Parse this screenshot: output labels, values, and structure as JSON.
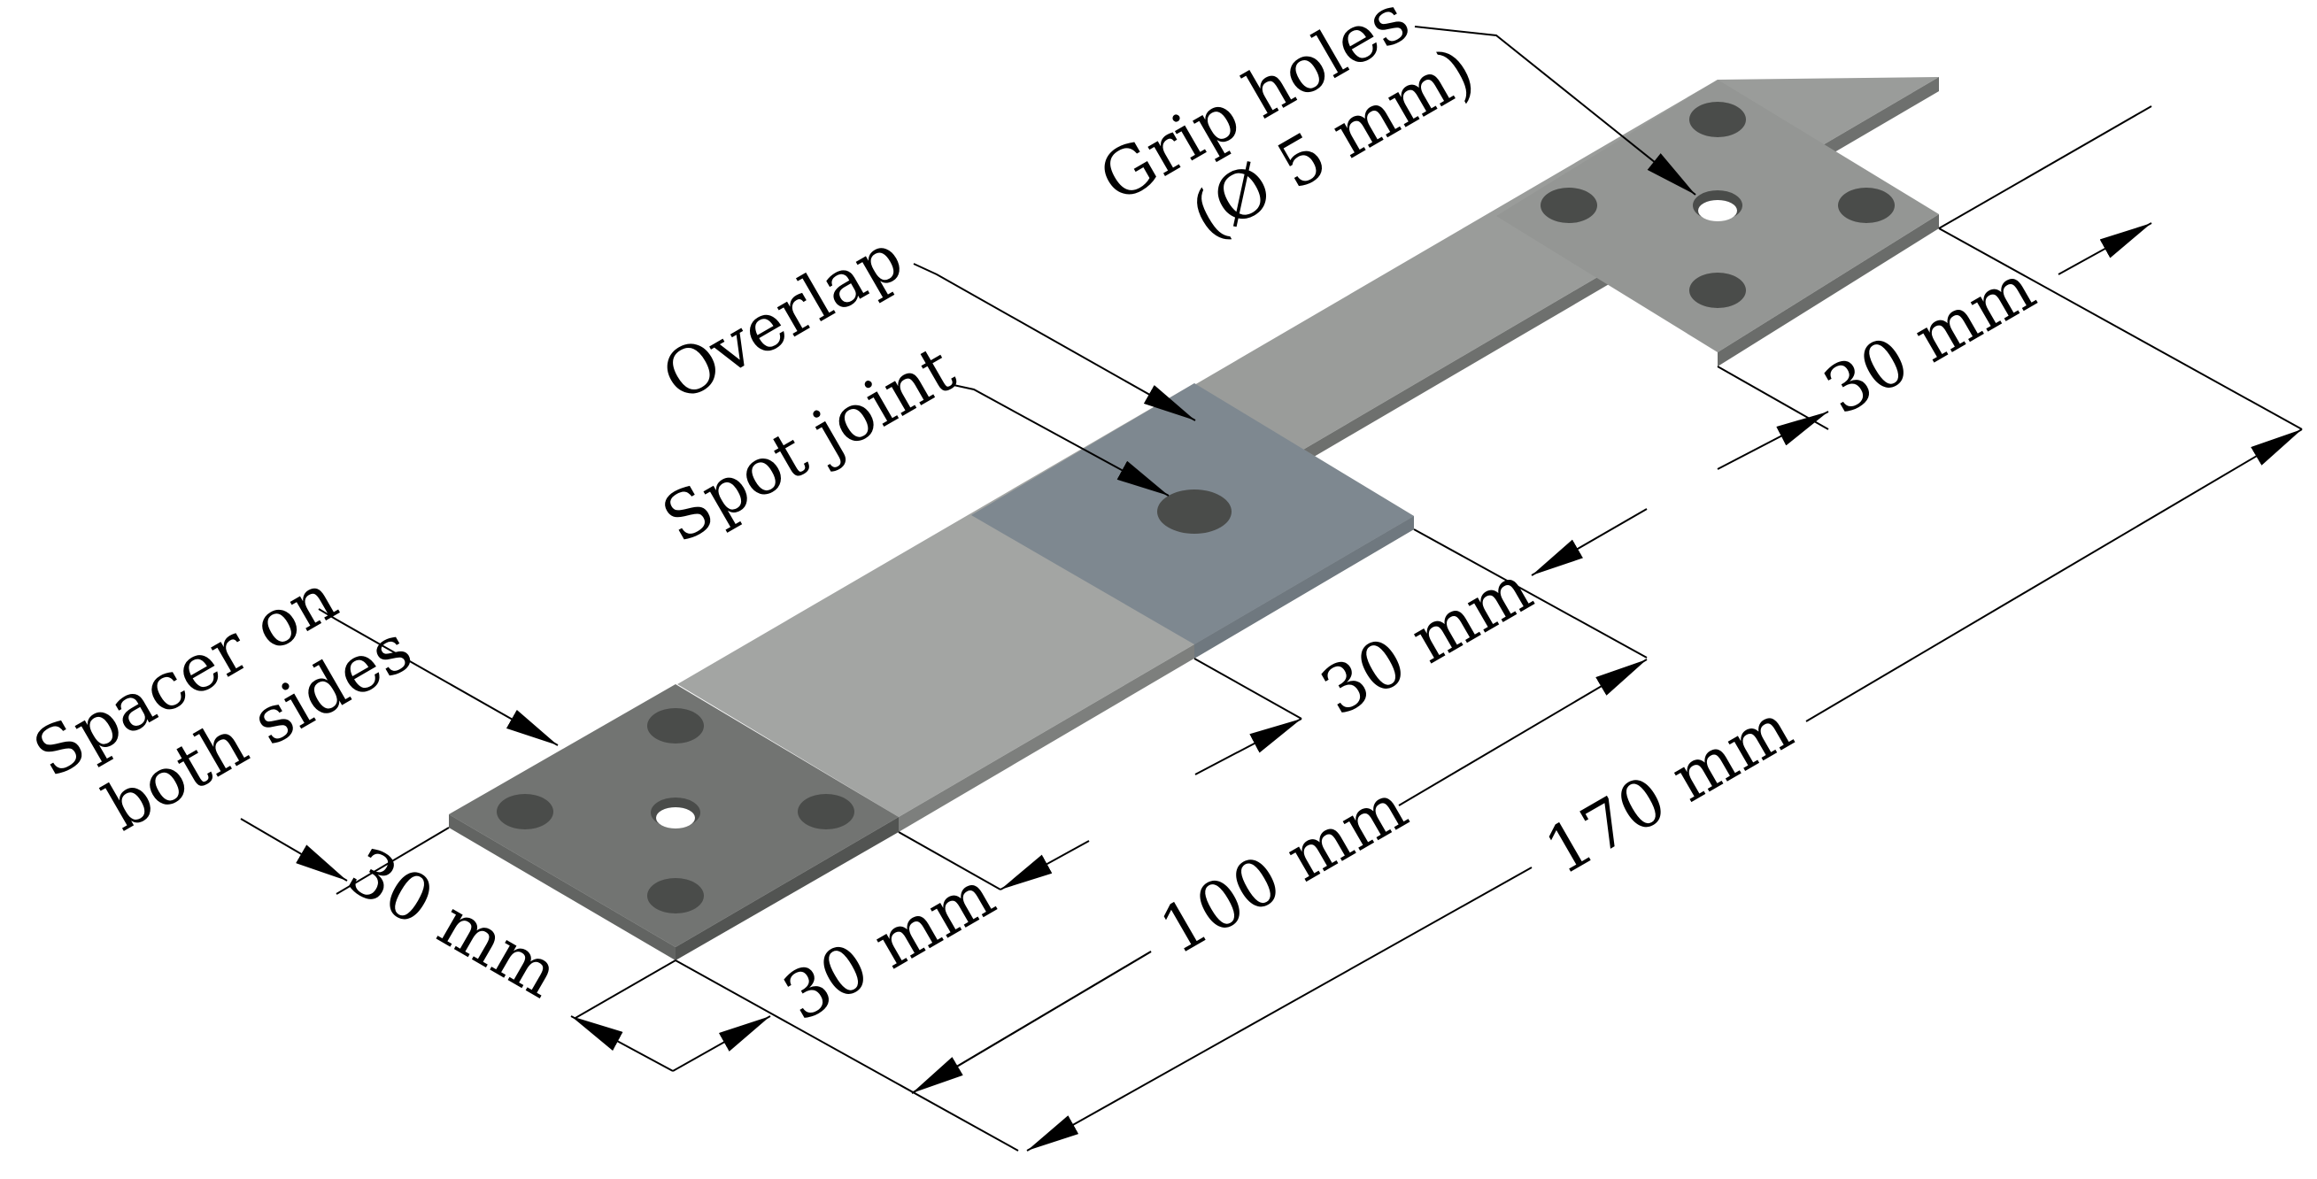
{
  "labels": {
    "grip_holes_line1": "Grip holes",
    "grip_holes_line2": "(Ø 5 mm)",
    "overlap": "Overlap",
    "spot_joint": "Spot joint",
    "spacer_line1": "Spacer on",
    "spacer_line2": "both sides"
  },
  "dimensions": {
    "spacer_width": "30 mm",
    "spacer_length": "30 mm",
    "grip_width": "30 mm",
    "overlap_length": "30 mm",
    "strip_length": "100 mm",
    "total_length": "170 mm"
  },
  "colors": {
    "strip_top": "#9a9c9a",
    "strip_side": "#7d7f7d",
    "spacer_top": "#737573",
    "spacer_side": "#5b5d5b",
    "overlap_top": "#7e8890",
    "hole": "#4a4c4a",
    "through_hole": "#ffffff"
  }
}
